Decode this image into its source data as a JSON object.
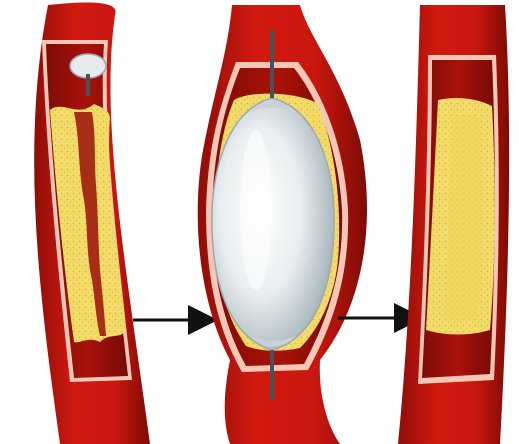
{
  "colors": {
    "background": "#ffffff",
    "vessel_outer": "#c8170f",
    "vessel_outer_dark": "#8e0d07",
    "vessel_inner_wall": "#b3140c",
    "vessel_lumen": "#9a0f08",
    "intima_line": "#f4c7b6",
    "plaque": "#f3dc6a",
    "plaque_light": "#f8eaa4",
    "plaque_speckle": "#d8b83c",
    "balloon": "#eef2f3",
    "balloon_shadow": "#b9c5ca",
    "catheter": "#4a5258",
    "arrow": "#111111"
  },
  "stages": [
    {
      "name": "narrowed-artery-with-plaque"
    },
    {
      "name": "inflated-balloon-compresses-plaque"
    },
    {
      "name": "widened-artery-after-angioplasty"
    }
  ],
  "icons": [
    "arrow-right-icon",
    "arrow-right-icon"
  ]
}
